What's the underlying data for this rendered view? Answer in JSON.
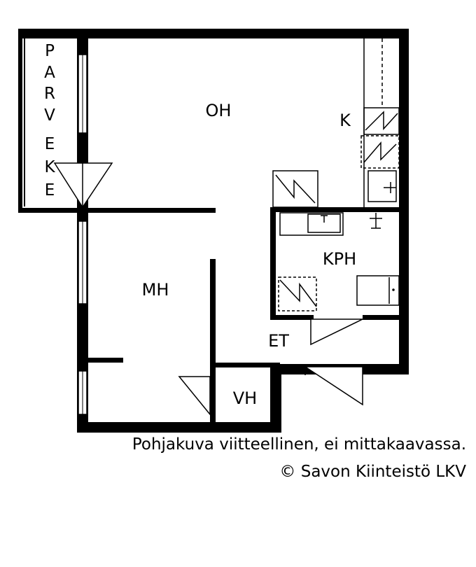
{
  "rooms": {
    "balcony_letters": [
      "P",
      "A",
      "R",
      "V",
      "E",
      "K",
      "E"
    ],
    "oh": "OH",
    "k": "K",
    "kph": "KPH",
    "mh": "MH",
    "et": "ET",
    "vh": "VH"
  },
  "caption": {
    "line1": "Pohjakuva viitteellinen, ei mittakaavassa.",
    "line2": "© Savon Kiinteistö LKV"
  },
  "colors": {
    "wall": "#000000",
    "background": "#ffffff"
  }
}
